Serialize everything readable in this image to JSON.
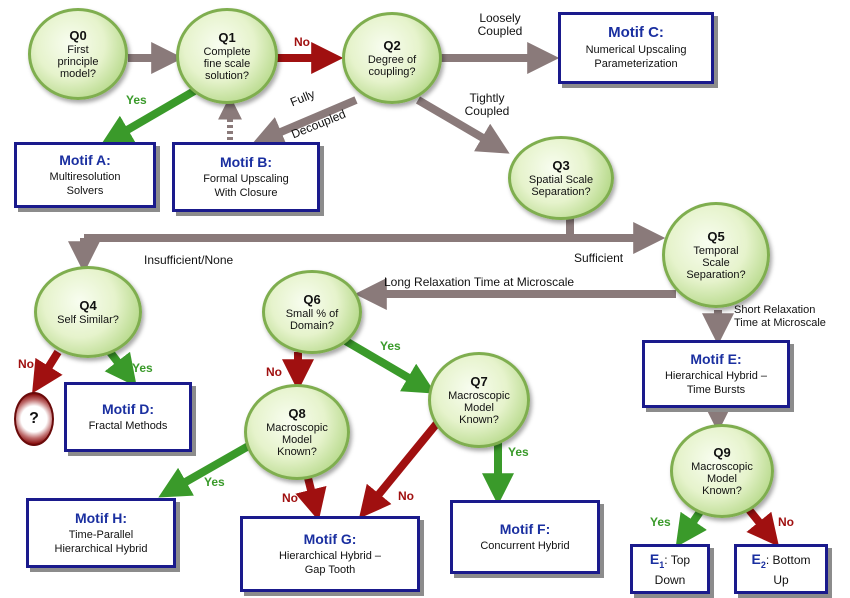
{
  "questions": {
    "q0": {
      "id": "Q0",
      "text": "First\nprinciple\nmodel?"
    },
    "q1": {
      "id": "Q1",
      "text": "Complete\nfine scale\nsolution?"
    },
    "q2": {
      "id": "Q2",
      "text": "Degree of\ncoupling?"
    },
    "q3": {
      "id": "Q3",
      "text": "Spatial Scale\nSeparation?"
    },
    "q4": {
      "id": "Q4",
      "text": "Self Similar?"
    },
    "q5": {
      "id": "Q5",
      "text": "Temporal\nScale\nSeparation?"
    },
    "q6": {
      "id": "Q6",
      "text": "Small % of\nDomain?"
    },
    "q7": {
      "id": "Q7",
      "text": "Macroscopic\nModel\nKnown?"
    },
    "q8": {
      "id": "Q8",
      "text": "Macroscopic\nModel\nKnown?"
    },
    "q9": {
      "id": "Q9",
      "text": "Macroscopic\nModel\nKnown?"
    }
  },
  "motifs": {
    "a": {
      "title": "Motif A:",
      "desc": "Multiresolution\nSolvers"
    },
    "b": {
      "title": "Motif B:",
      "desc": "Formal Upscaling\nWith Closure"
    },
    "c": {
      "title": "Motif C:",
      "desc": "Numerical Upscaling\nParameterization"
    },
    "d": {
      "title": "Motif D:",
      "desc": "Fractal Methods"
    },
    "e": {
      "title": "Motif E:",
      "desc": "Hierarchical Hybrid –\nTime Bursts"
    },
    "f": {
      "title": "Motif F:",
      "desc": "Concurrent Hybrid"
    },
    "g": {
      "title": "Motif G:",
      "desc": "Hierarchical Hybrid –\nGap Tooth"
    },
    "h": {
      "title": "Motif H:",
      "desc": "Time-Parallel\nHierarchical Hybrid"
    },
    "e1": {
      "title_main": "E",
      "title_sub": "1",
      "title_rest": ": Top",
      "desc": "Down"
    },
    "e2": {
      "title_main": "E",
      "title_sub": "2",
      "title_rest": ": Bottom",
      "desc": "Up"
    }
  },
  "unknown_symbol": "?",
  "labels": {
    "q1_no": "No",
    "q0_yes": "Yes",
    "loosely": "Loosely\nCoupled",
    "fully": "Fully",
    "decoupled": "Decoupled",
    "tightly": "Tightly\nCoupled",
    "insufficient": "Insufficient/None",
    "sufficient": "Sufficient",
    "long_relax": "Long Relaxation Time at Microscale",
    "short_relax": "Short Relaxation\nTime at Microscale",
    "q4_no": "No",
    "q4_yes": "Yes",
    "q6_yes": "Yes",
    "q6_no": "No",
    "q8_yes": "Yes",
    "q8_no": "No",
    "q7_yes": "Yes",
    "q7_no": "No",
    "q9_yes": "Yes",
    "q9_no": "No"
  },
  "colors": {
    "gray_arrow": "#8a7a7a",
    "red_arrow": "#a01010",
    "green_arrow": "#3a9a2a",
    "motif_border": "#1a1a8c",
    "motif_title": "#1a2fa0"
  }
}
